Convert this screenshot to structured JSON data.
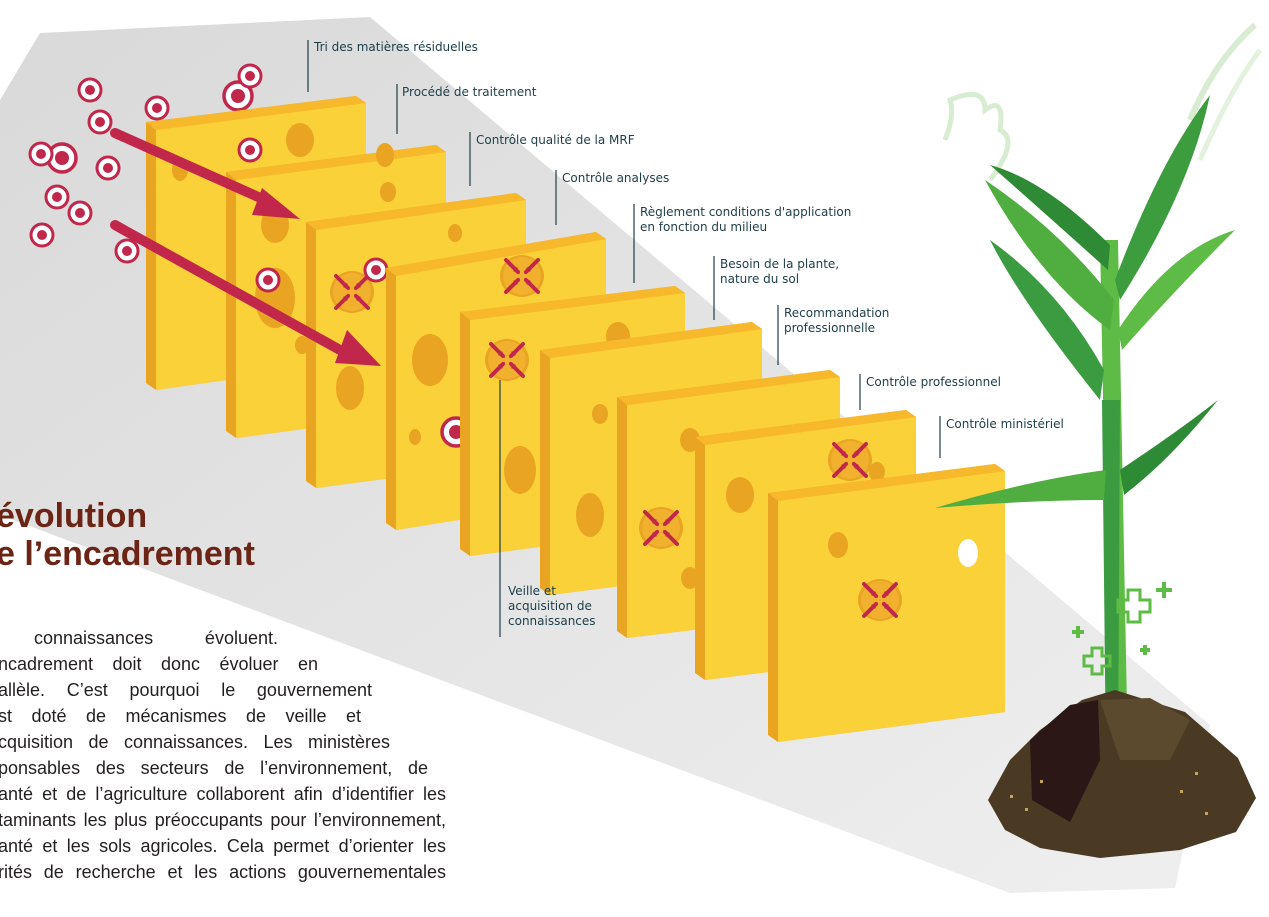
{
  "labels": {
    "l1": "Tri des matières résiduelles",
    "l2": "Procédé de traitement",
    "l3": "Contrôle qualité de la MRF",
    "l4": "Contrôle analyses",
    "l5a": "Règlement conditions d'application",
    "l5b": "en fonction du milieu",
    "l6a": "Besoin de la plante,",
    "l6b": "nature du sol",
    "l7a": "Recommandation",
    "l7b": "professionnelle",
    "l8": "Contrôle professionnel",
    "l9": "Contrôle ministériel",
    "v1": "Veille et",
    "v2": "acquisition de",
    "v3": "connaissances"
  },
  "title": {
    "line1": "évolution",
    "line2": "e l’encadrement"
  },
  "body": {
    "line1": "connaissances évoluent.",
    "line2": "ncadrement doit donc évoluer en",
    "line3": "allèle. C’est pourquoi le gouvernement",
    "line4": "st doté de mécanismes de veille et",
    "line5": "cquisition de connaissances. Les ministères",
    "line6": "ponsables des secteurs de l’environnement, de",
    "line7": "anté et de l’agriculture collaborent afin d’identifier les",
    "line8": "taminants les plus préoccupants pour l’environnement,",
    "line9": "anté et les sols agricoles. Cela permet d’orienter les",
    "line10": "rités de recherche et les actions gouvernementales"
  },
  "colors": {
    "cheese": "#fbd13a",
    "cheese_top": "#f7b92b",
    "cheese_side": "#e9a422",
    "contaminant": "#c1274a",
    "plant": "#3b9b40",
    "soil": "#4a3a24",
    "text": "#1d3d47",
    "title": "#6b2416"
  }
}
